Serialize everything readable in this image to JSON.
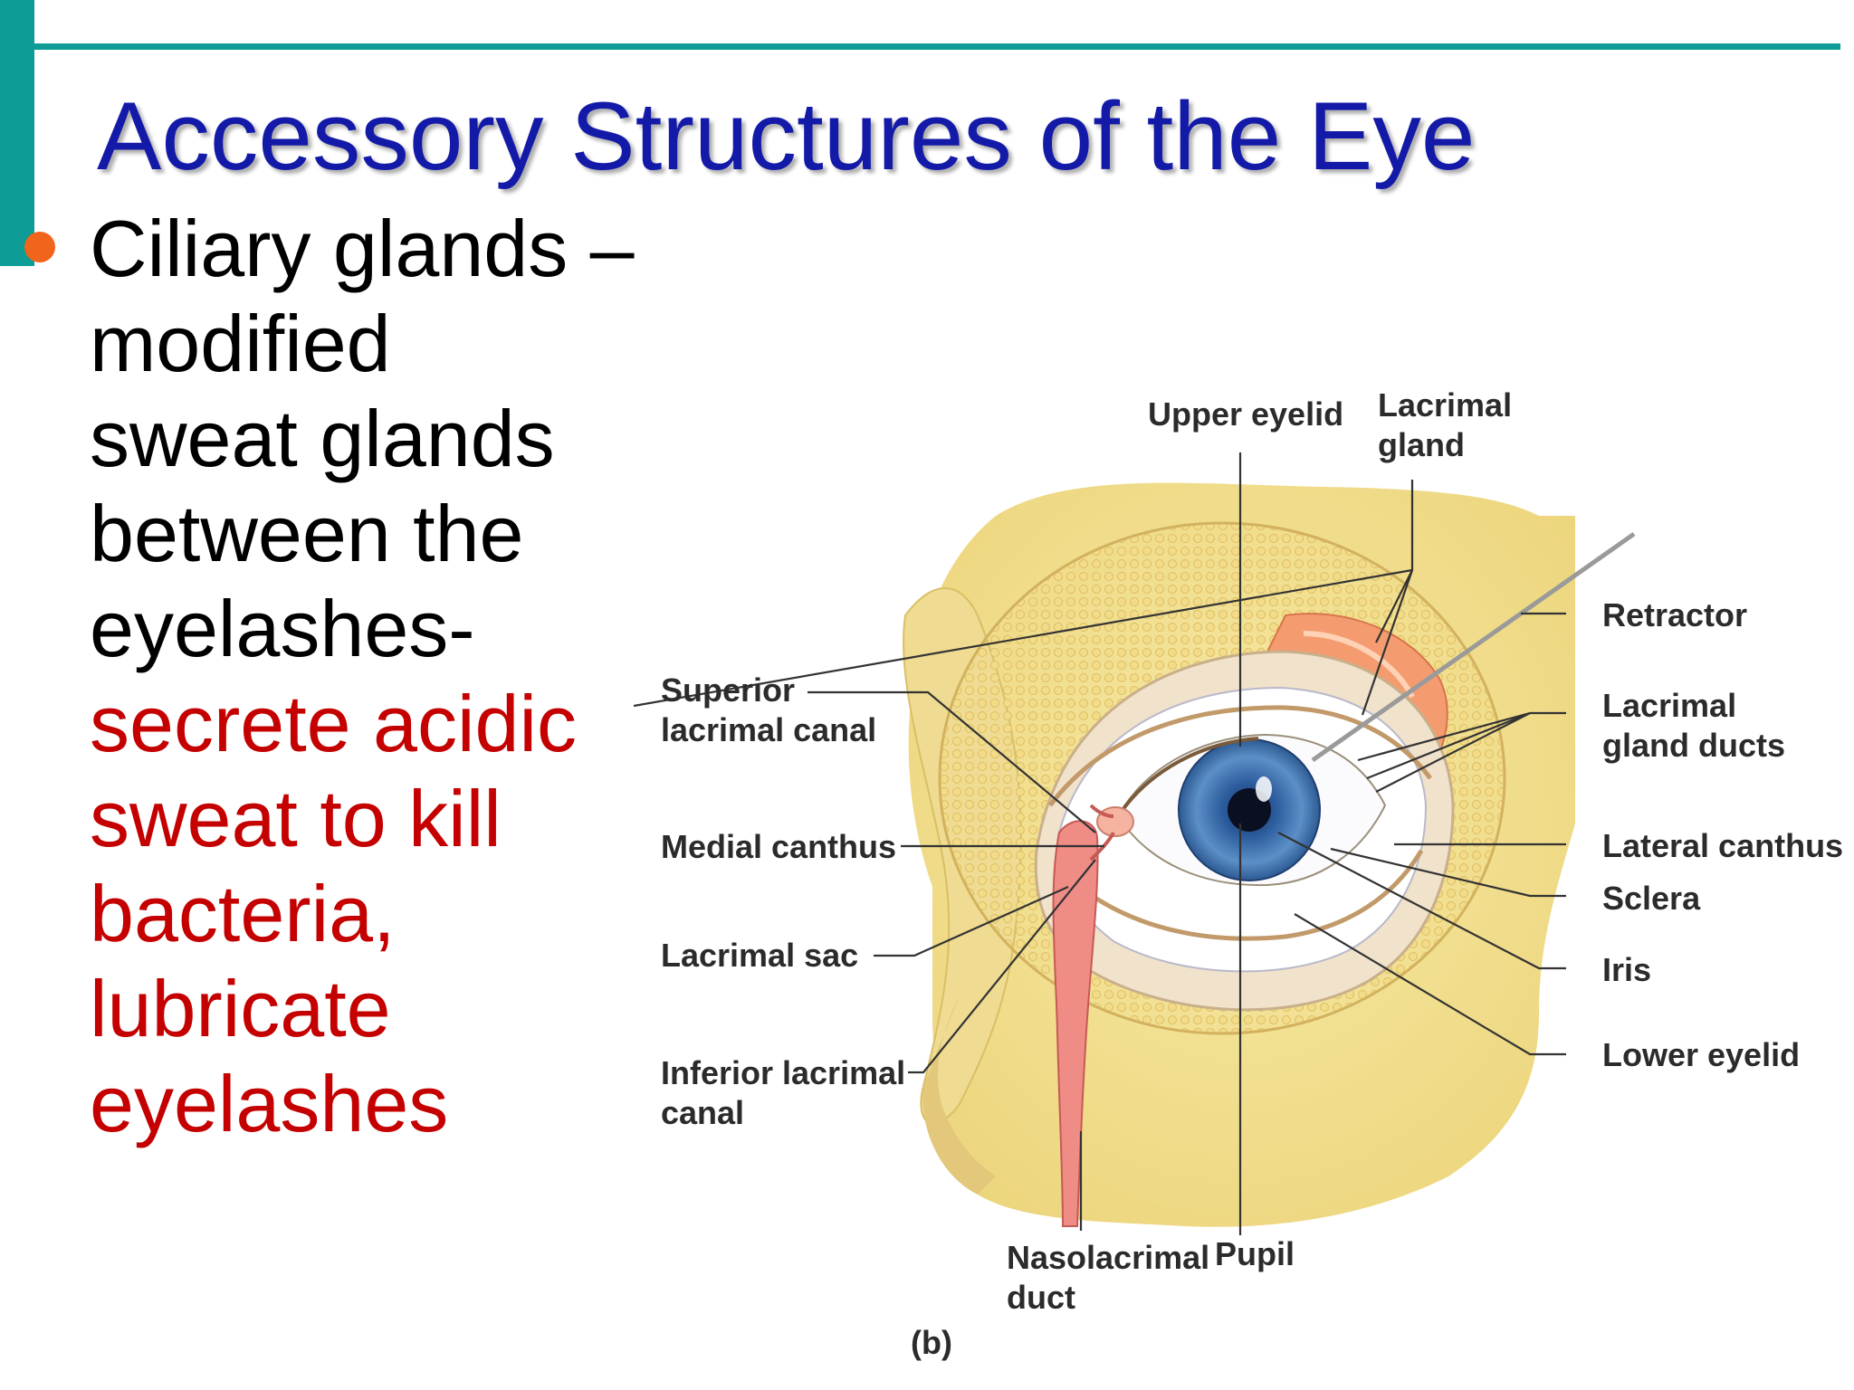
{
  "slide": {
    "title": "Accessory Structures of the Eye",
    "bullet": {
      "lines": [
        "Ciliary glands –",
        "modified",
        "sweat glands",
        "between the",
        "eyelashes-"
      ],
      "highlight_lines": [
        "secrete acidic",
        "sweat to kill",
        "bacteria,",
        "lubricate",
        "eyelashes"
      ]
    }
  },
  "colors": {
    "accent": "#0d9c96",
    "title": "#141aa8",
    "bullet_dot": "#f0641c",
    "highlight_text": "#c40000"
  },
  "figure": {
    "panel_label": "(b)",
    "labels": {
      "upper_eyelid": "Upper eyelid",
      "lacrimal_gland": [
        "Lacrimal",
        "gland"
      ],
      "retractor": "Retractor",
      "lacrimal_gland_ducts": [
        "Lacrimal",
        "gland ducts"
      ],
      "lateral_canthus": "Lateral canthus",
      "sclera": "Sclera",
      "iris": "Iris",
      "lower_eyelid": "Lower eyelid",
      "superior_lacrimal_canal": [
        "Superior",
        "lacrimal canal"
      ],
      "medial_canthus": "Medial canthus",
      "lacrimal_sac": "Lacrimal sac",
      "inferior_lacrimal_canal": [
        "Inferior lacrimal",
        "canal"
      ],
      "nasolacrimal_duct": [
        "Nasolacrimal",
        "duct"
      ],
      "pupil": "Pupil"
    }
  }
}
